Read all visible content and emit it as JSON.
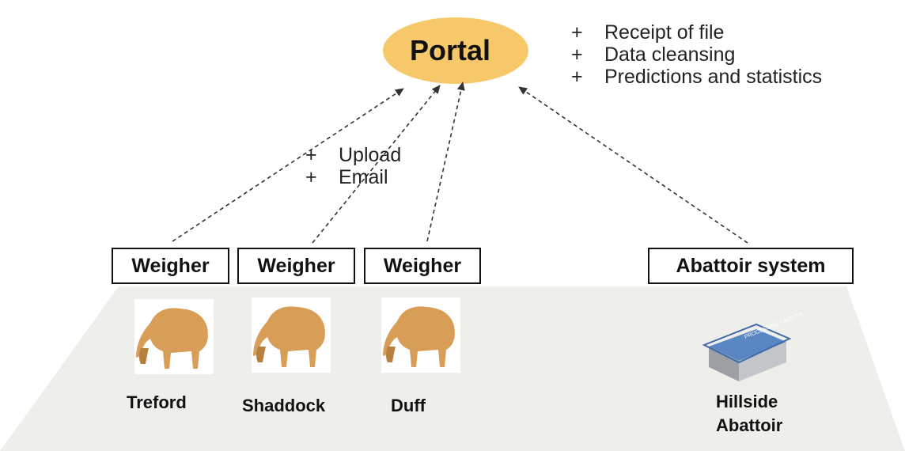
{
  "portal": {
    "label": "Portal",
    "color": "#F6C86A",
    "functions": [
      "Receipt of file",
      "Data cleansing",
      "Predictions and statistics"
    ]
  },
  "transfer_methods": [
    "Upload",
    "Email"
  ],
  "bullet_symbol": "+",
  "sources": [
    {
      "box_label": "Weigher",
      "site": "Treford",
      "icon": "sheep-icon"
    },
    {
      "box_label": "Weigher",
      "site": "Shaddock",
      "icon": "sheep-icon"
    },
    {
      "box_label": "Weigher",
      "site": "Duff",
      "icon": "sheep-icon"
    },
    {
      "box_label": "Abattoir system",
      "site": "Hillside Abattoir",
      "site_lines": [
        "Hillside",
        "Abattoir"
      ],
      "icon": "processing-facility-icon"
    }
  ],
  "facility_sign": "PROCESSING FACILITY",
  "colors": {
    "ground": "#EEEEEA",
    "sheep": "#D89E58",
    "facility_roof": "#5B86C4",
    "arrow": "#333333"
  }
}
